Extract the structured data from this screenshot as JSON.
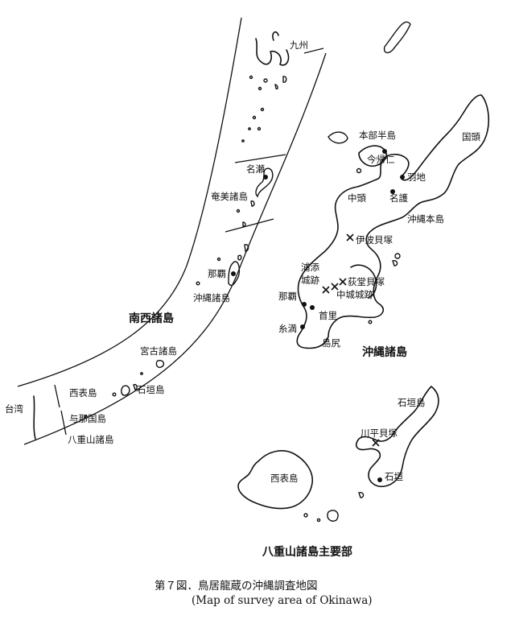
{
  "map": {
    "labels": {
      "kyushu": "九州",
      "naze": "名瀬",
      "amami": "奄美諸島",
      "naha_left": "那覇",
      "okinawa_left": "沖縄諸島",
      "nansei": "南西諸島",
      "miyako": "宮古諸島",
      "ishigaki_left": "石垣島",
      "iriomote_left": "西表島",
      "taiwan": "台湾",
      "yonaguni": "与那国島",
      "yaeyama_left": "八重山諸島",
      "motobu": "本部半島",
      "kunigami": "国頭",
      "nakijin": "今帰仁",
      "hanechi": "羽地",
      "nakagami": "中頭",
      "nago": "名護",
      "okinawa_main": "沖縄本島",
      "ihei": "伊波貝塚",
      "urasoe": "浦添",
      "joseki": "城跡",
      "ogido": "荻堂貝塚",
      "naha_right": "那覇",
      "nakagusuku": "中城城跡",
      "shuri": "首里",
      "itoman": "糸満",
      "shimajiri": "島尻",
      "okinawa_islands": "沖縄諸島",
      "ishigaki_island": "石垣島",
      "kabira": "川平貝塚",
      "ishigaki_town": "石垣",
      "iriomote_island": "西表島",
      "yaeyama_main": "八重山諸島主要部"
    }
  },
  "caption": {
    "japanese": "第７図．鳥居龍蔵の沖縄調査地図",
    "english": "(Map of survey area of Okinawa)"
  }
}
